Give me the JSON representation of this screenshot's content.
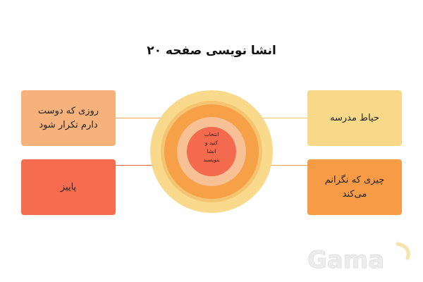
{
  "title": "انشا نویسی صفحه ۲۰",
  "center": {
    "lines": [
      "انتخاب",
      "کنید و",
      "انشا",
      "بنویسید"
    ]
  },
  "topics": [
    {
      "text": "روزی که دوست دارم تکرار شود"
    },
    {
      "text": "حیاط مدرسه"
    },
    {
      "text": "پاییز"
    },
    {
      "text": "چیزی که نگرانم می‌کند"
    }
  ],
  "watermark": {
    "text": "Gama"
  },
  "colors": {
    "ring_outer": "#f9d98b",
    "ring_2": "#f5c471",
    "ring_3": "#f6a148",
    "ring_4": "#f8c195",
    "ring_inner": "#f46a4e",
    "connector_orange": "#f7a35a",
    "connector_red": "#e7644c",
    "connector_yellow": "#f2c96b"
  }
}
